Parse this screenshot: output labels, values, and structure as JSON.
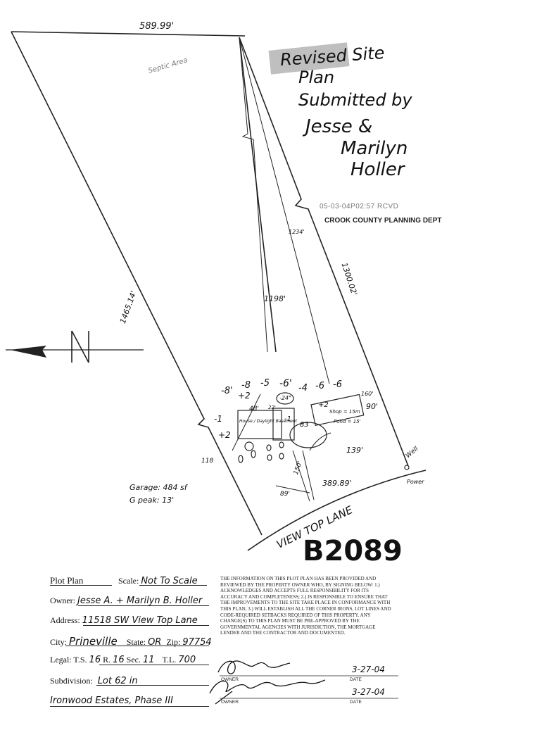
{
  "plot": {
    "top_dimension": "589.99'",
    "septic_area": "Septic Area",
    "left_dimension": "1465.14'",
    "right_dimension": "1300.02'",
    "center_dimension": "1198'",
    "small_dimension": "1234'",
    "north_label": "N",
    "road_label": "VIEW TOP LANE",
    "frontage_dimension": "389.89'",
    "front_setback": "89'",
    "left_side_setback": "118",
    "right_frontage": "139'",
    "driveway": "150'",
    "well_label": "Well",
    "power_label": "Power",
    "elevations": [
      "-8'",
      "-8",
      "-5",
      "-6'",
      "-4",
      "-6",
      "-6",
      "+2",
      "-1",
      "+2",
      "-1",
      "-24\"",
      "+2"
    ],
    "house_label": "House / Daylight Basement",
    "shop_label": "Shop = 15m",
    "pond_label": "Pond = 15'",
    "house_dims": [
      "48'",
      "22'",
      "83",
      "90'",
      "160'"
    ],
    "garage_note_1": "Garage: 484 sf",
    "garage_note_2": "G peak: 13'"
  },
  "heading": {
    "line1": "Revised Site",
    "line2": "Plan",
    "line3": "Submitted by",
    "line4": "Jesse &",
    "line5": "Marilyn",
    "line6": "Holler"
  },
  "stamp": {
    "received": "05-03-04P02:57 RCVD",
    "department": "CROOK COUNTY PLANNING DEPT"
  },
  "permit_number": "B2089",
  "form": {
    "plot_plan_label": "Plot Plan",
    "scale_label": "Scale:",
    "scale_value": "Not To Scale",
    "owner_label": "Owner:",
    "owner_value": "Jesse A. + Marilyn B. Holler",
    "address_label": "Address:",
    "address_value": "11518 SW View Top Lane",
    "city_label": "City:",
    "city_value": "Prineville",
    "state_label": "State:",
    "state_value": "OR",
    "zip_label": "Zip:",
    "zip_value": "97754",
    "legal_label": "Legal: T.S.",
    "ts_value": "16",
    "r_label": "R.",
    "r_value": "16",
    "sec_label": "Sec.",
    "sec_value": "11",
    "tl_label": "T.L.",
    "tl_value": "700",
    "subdivision_label": "Subdivision:",
    "subdivision_value": "Lot 62 in",
    "subdivision_value_2": "Ironwood Estates, Phase III"
  },
  "disclaimer": "THE INFORMATION ON THIS PLOT PLAN HAS BEEN PROVIDED AND REVIEWED BY THE PROPERTY OWNER WHO, BY SIGNING BELOW: 1.) ACKNOWLEDGES AND ACCEPTS FULL RESPONSIBILITY FOR ITS ACCURACY AND COMPLETENESS; 2.) IS RESPONSIBLE TO ENSURE THAT THE IMPROVEMENTS TO THE SITE TAKE PLACE IN CONFORMANCE WITH THIS PLAN; 3.) WILL ESTABLISH ALL THE CORNER IRONS, LOT LINES AND CODE-REQUIRED SETBACKS REQUIRED OF THIS PROPERTY. ANY CHANGE(S) TO THIS PLAN MUST BE PRE-APPROVED BY THE GOVERNMENTAL AGENCIES WITH JURISDICTION, THE MORTGAGE LENDER AND THE CONTRACTOR AND DOCUMENTED.",
  "signatures": {
    "owner_label_1": "OWNER",
    "date_label_1": "DATE",
    "date_1": "3-27-04",
    "owner_label_2": "OWNER",
    "date_label_2": "DATE",
    "date_2": "3-27-04"
  }
}
